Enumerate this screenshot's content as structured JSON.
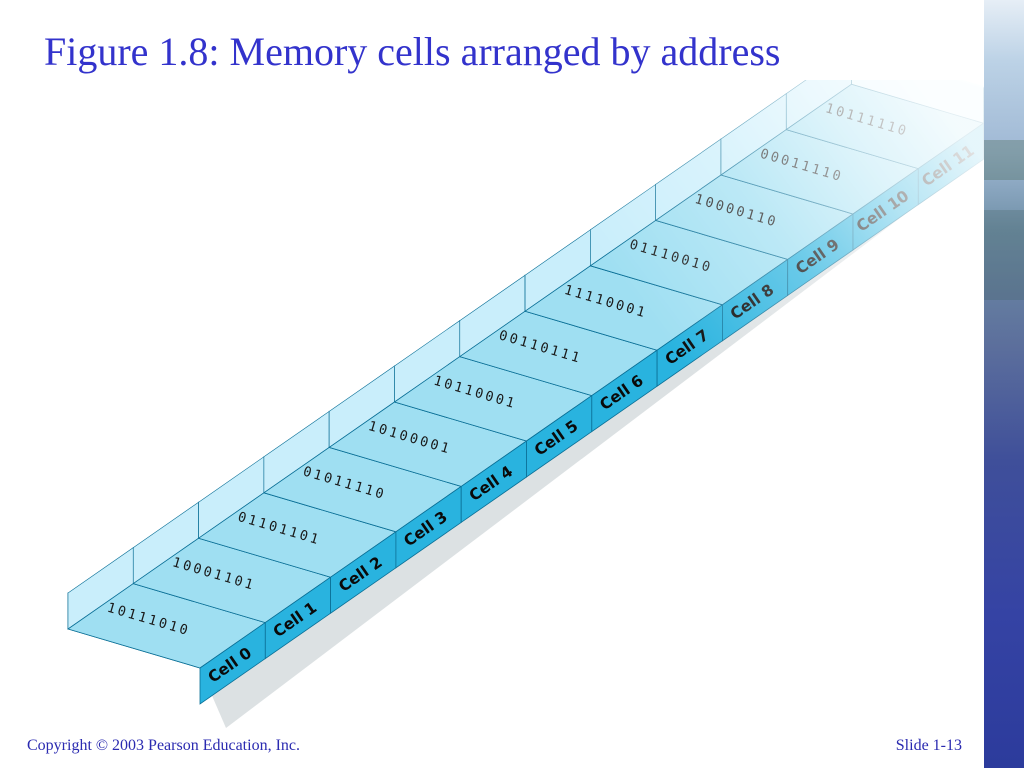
{
  "title": "Figure 1.8:  Memory cells arranged by address",
  "footer": {
    "copyright": "Copyright © 2003 Pearson Education, Inc.",
    "slide": "Slide 1-13"
  },
  "cells": [
    {
      "label": "Cell 0",
      "bits": "10111010"
    },
    {
      "label": "Cell 1",
      "bits": "10001101"
    },
    {
      "label": "Cell 2",
      "bits": "01101101"
    },
    {
      "label": "Cell 3",
      "bits": "01011110"
    },
    {
      "label": "Cell 4",
      "bits": "10100001"
    },
    {
      "label": "Cell 5",
      "bits": "10110001"
    },
    {
      "label": "Cell 6",
      "bits": "00110111"
    },
    {
      "label": "Cell 7",
      "bits": "11110001"
    },
    {
      "label": "Cell 8",
      "bits": "01110010"
    },
    {
      "label": "Cell 9",
      "bits": "10000110"
    },
    {
      "label": "Cell 10",
      "bits": "00011110"
    },
    {
      "label": "Cell 11",
      "bits": "10111110"
    }
  ],
  "colors": {
    "title": "#3333cc",
    "footer": "#2a2ab0",
    "cell_face": "#9fdff2",
    "cell_front": "#29b3df",
    "background": "#ffffff"
  }
}
